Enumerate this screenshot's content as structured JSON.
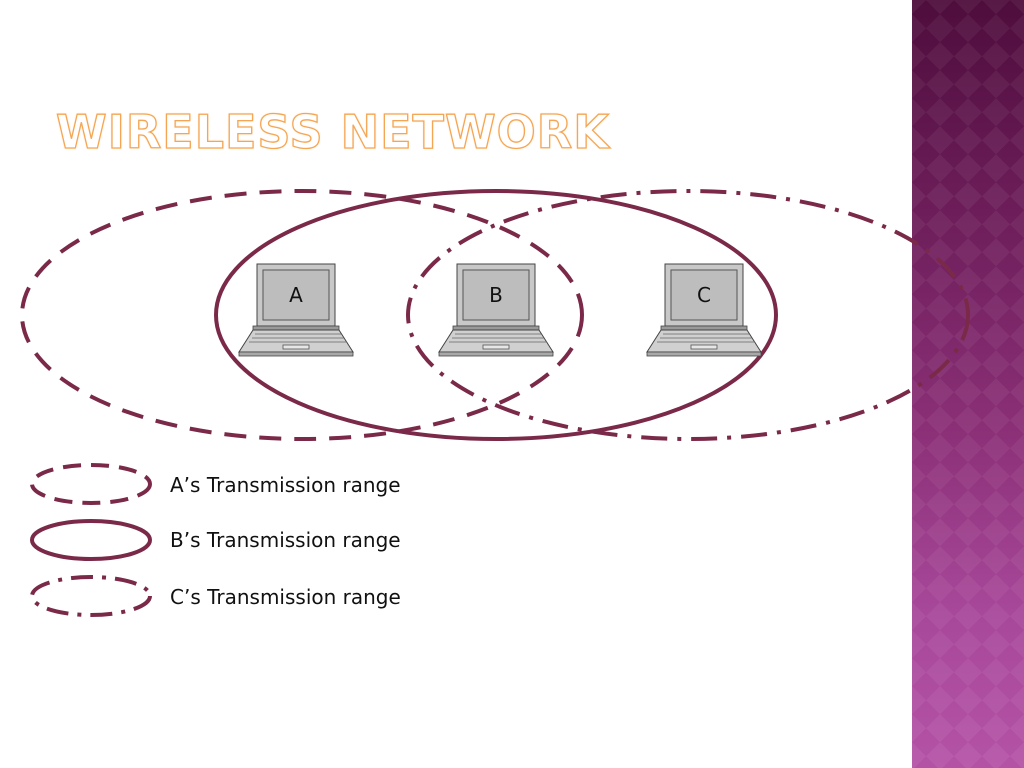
{
  "slide": {
    "title": "Wireless Network",
    "accent_color": "#7a2a48",
    "title_outline_color": "#f5a654",
    "band_colors": [
      "#4e0d3c",
      "#b453a6"
    ]
  },
  "nodes": [
    {
      "id": "A",
      "label": "A",
      "icon": "laptop-icon"
    },
    {
      "id": "B",
      "label": "B",
      "icon": "laptop-icon"
    },
    {
      "id": "C",
      "label": "C",
      "icon": "laptop-icon"
    }
  ],
  "ranges": [
    {
      "node": "A",
      "style": "dashed"
    },
    {
      "node": "B",
      "style": "solid"
    },
    {
      "node": "C",
      "style": "dash-dot"
    }
  ],
  "legend": [
    {
      "label": "A’s Transmission range",
      "style": "dashed"
    },
    {
      "label": "B’s Transmission range",
      "style": "solid"
    },
    {
      "label": "C’s Transmission range",
      "style": "dash-dot"
    }
  ]
}
